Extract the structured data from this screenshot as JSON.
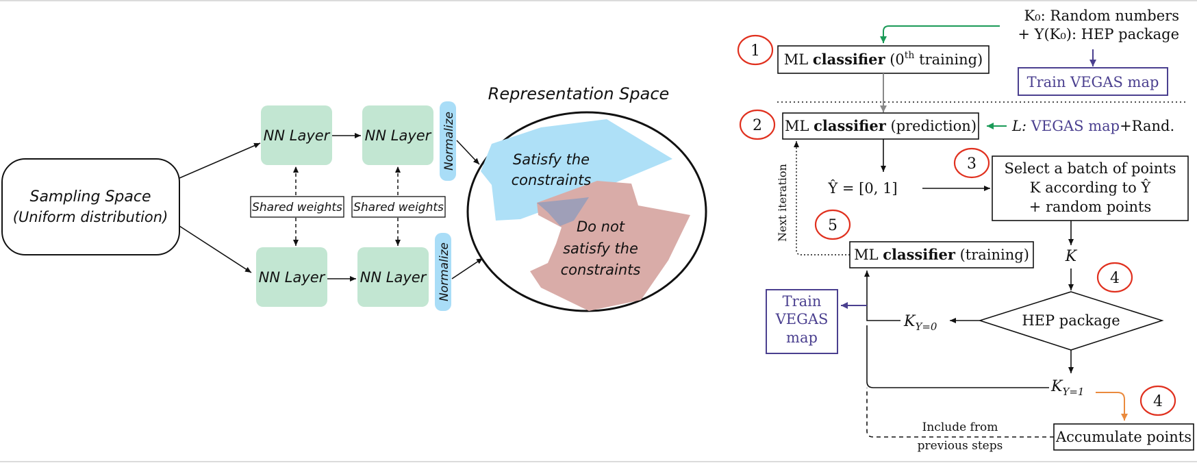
{
  "left": {
    "sampling": {
      "line1": "Sampling Space",
      "line2": "(Uniform distribution)"
    },
    "nn_layer": "NN Layer",
    "normalize": "Normalize",
    "shared_weights": "Shared weights",
    "representation_title": "Representation Space",
    "satisfy": [
      "Satisfy the",
      "constraints"
    ],
    "not_satisfy": [
      "Do not",
      "satisfy the",
      "constraints"
    ],
    "colors": {
      "layer": "#c2e6d2",
      "normalize": "#a9ddf7",
      "satisfy_region": "#aee0f7",
      "not_satisfy_region": "#d9aca8"
    }
  },
  "right": {
    "step_numbers": [
      "1",
      "2",
      "3",
      "4",
      "4",
      "5"
    ],
    "input_k0": "K₀: Random numbers",
    "input_yk0": "+ Y(K₀): HEP package",
    "train_map_top": "Train VEGAS map",
    "ml0": {
      "prefix": "ML ",
      "bold": "classifier",
      "suffix": " (0",
      "sup": "th",
      "tail": " training)"
    },
    "ml_pred": {
      "prefix": "ML ",
      "bold": "classifier",
      "suffix": " (prediction)"
    },
    "l_label": {
      "l": "L: ",
      "map": "VEGAS map",
      "rand": "+Rand."
    },
    "yhat": "Ŷ = [0, 1]",
    "select": [
      "Select a batch of points",
      "K according to Ŷ",
      "+ random points"
    ],
    "k": "K",
    "ml_train": {
      "prefix": "ML ",
      "bold": "classifier",
      "suffix": " (training)"
    },
    "next_iteration": "Next iteration",
    "hep": "HEP package",
    "k_y0": "K",
    "k_y0_sub": "Y=0",
    "k_y1": "K",
    "k_y1_sub": "Y=1",
    "train_map_left": [
      "Train",
      "VEGAS",
      "map"
    ],
    "include_from": [
      "Include from",
      "previous steps"
    ],
    "accumulate": "Accumulate points",
    "colors": {
      "green": "#1a9a57",
      "orange": "#ea8a3d",
      "purple": "#4a3f8f",
      "red": "#e0301e"
    }
  }
}
